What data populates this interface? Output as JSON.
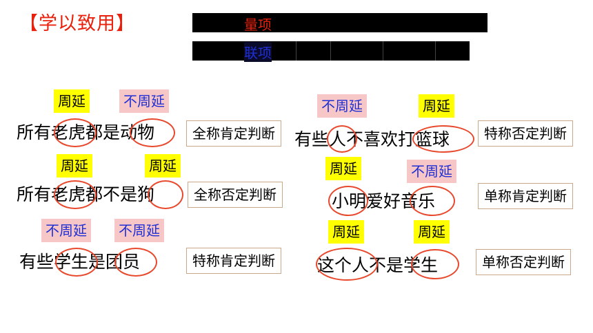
{
  "title": "【学以致用】",
  "legend": {
    "quantity_label": "量项",
    "connective_label": "联项",
    "colors": {
      "quantity": "#e8200c",
      "connective": "#1f2fd4",
      "bar": "#000000"
    }
  },
  "tags": {
    "t1": "周延",
    "t2": "不周延",
    "t3": "不周延",
    "t4": "周延",
    "t5": "周延",
    "t6": "周延",
    "t7": "周延",
    "t8": "不周延",
    "t9": "不周延",
    "t10": "不周延",
    "t11": "周延",
    "t12": "周延"
  },
  "sentences": {
    "s1": "所有老虎都是动物",
    "s2": "有些人不喜欢打篮球",
    "s3": "所有老虎都不是狗",
    "s4": "小明爱好音乐",
    "s5": "有些学生是团员",
    "s6": "这个人不是学生"
  },
  "types": {
    "k1": "全称肯定判断",
    "k2": "特称否定判断",
    "k3": "全称否定判断",
    "k4": "单称肯定判断",
    "k5": "特称肯定判断",
    "k6": "单称否定判断"
  }
}
